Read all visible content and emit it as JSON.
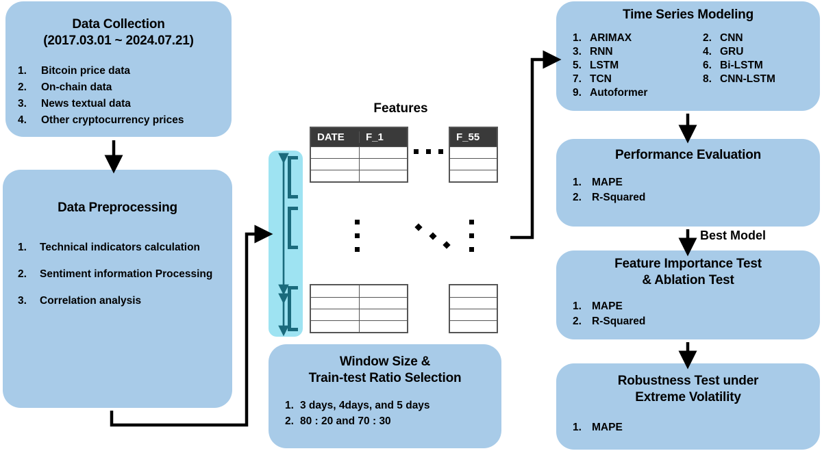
{
  "colors": {
    "box_blue": "#a8cbe8",
    "strip_cyan": "#9ee3f2",
    "bracket_teal": "#1a6a7c",
    "table_header": "#3a3a3a",
    "arrow_black": "#000000",
    "page_background": "#ffffff"
  },
  "data_collection": {
    "title_line1": "Data Collection",
    "title_line2": "(2017.03.01 ~ 2024.07.21)",
    "items": [
      {
        "num": "1.",
        "text": "Bitcoin price data"
      },
      {
        "num": "2.",
        "text": "On-chain data"
      },
      {
        "num": "3.",
        "text": "News textual data"
      },
      {
        "num": "4.",
        "text": "Other cryptocurrency prices"
      }
    ]
  },
  "data_preprocessing": {
    "title_line1": "Data Preprocessing",
    "items": [
      {
        "num": "1.",
        "text": "Technical indicators calculation"
      },
      {
        "num": "2.",
        "text": "Sentiment information Processing"
      },
      {
        "num": "3.",
        "text": "Correlation analysis"
      }
    ]
  },
  "features": {
    "title": "Features",
    "table_headers": [
      "DATE",
      "F_1"
    ],
    "far_column_header": "F_55",
    "horizontal_ellipsis": "...",
    "vertical_ellipsis": "...",
    "diagonal_ellipsis": "..."
  },
  "window_size": {
    "title_line1": "Window Size &",
    "title_line2": "Train-test Ratio Selection",
    "items": [
      {
        "num": "1.",
        "text": "3 days, 4days, and 5 days"
      },
      {
        "num": "2.",
        "text": "80 : 20 and 70 : 30"
      }
    ]
  },
  "time_series_modeling": {
    "title": "Time Series Modeling",
    "left_column": [
      {
        "num": "1.",
        "text": "ARIMAX"
      },
      {
        "num": "3.",
        "text": "RNN"
      },
      {
        "num": "5.",
        "text": "LSTM"
      },
      {
        "num": "7.",
        "text": "TCN"
      },
      {
        "num": "9.",
        "text": "Autoformer"
      }
    ],
    "right_column": [
      {
        "num": "2.",
        "text": "CNN"
      },
      {
        "num": "4.",
        "text": "GRU"
      },
      {
        "num": "6.",
        "text": "Bi-LSTM"
      },
      {
        "num": "8.",
        "text": "CNN-LSTM"
      }
    ]
  },
  "performance_evaluation": {
    "title": "Performance Evaluation",
    "items": [
      {
        "num": "1.",
        "text": "MAPE"
      },
      {
        "num": "2.",
        "text": "R-Squared"
      }
    ]
  },
  "feature_importance": {
    "title_line1": "Feature Importance Test",
    "title_line2": "& Ablation Test",
    "items": [
      {
        "num": "1.",
        "text": "MAPE"
      },
      {
        "num": "2.",
        "text": "R-Squared"
      }
    ]
  },
  "robustness": {
    "title_line1": "Robustness Test under",
    "title_line2": "Extreme Volatility",
    "items": [
      {
        "num": "1.",
        "text": "MAPE"
      }
    ]
  },
  "connectors": {
    "best_model_label": "Best Model"
  }
}
